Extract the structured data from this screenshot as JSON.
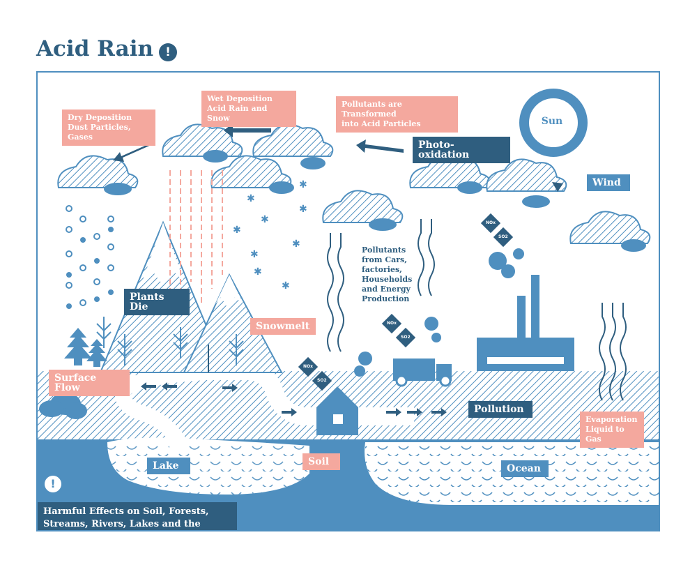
{
  "title": "Acid Rain",
  "title_icon": "exclamation-icon",
  "colors": {
    "dark_blue": "#2f5e7f",
    "blue": "#4f8fbf",
    "light_blue": "#cfe2f0",
    "salmon": "#f4a89e",
    "white": "#ffffff"
  },
  "labels": {
    "dry_deposition": [
      "Dry Deposition",
      "Dust Particles, Gases"
    ],
    "wet_deposition": [
      "Wet Deposition",
      "Acid Rain and Snow"
    ],
    "pollutants_transformed": [
      "Pollutants are Transformed",
      "into Acid Particles"
    ],
    "photo_oxidation": "Photo- oxidation",
    "sun": "Sun",
    "wind": "Wind",
    "plants_die": "Plants Die",
    "snowmelt": "Snowmelt",
    "surface_flow": "Surface Flow",
    "pollutants_sources": [
      "Pollutants",
      "from Cars,",
      "factories,",
      "Households",
      "and Energy",
      "Production"
    ],
    "pollution": "Pollution",
    "evaporation": [
      "Evaporation",
      "Liquid to Gas"
    ],
    "lake": "Lake",
    "soil": "Soil",
    "ocean": "Ocean",
    "harmful_effects": [
      "Harmful Effects on Soil, Forests,",
      "Streams, Rivers, Lakes and the Ocean"
    ]
  },
  "chemicals": {
    "no2": "NOx",
    "so2": "SO2"
  }
}
